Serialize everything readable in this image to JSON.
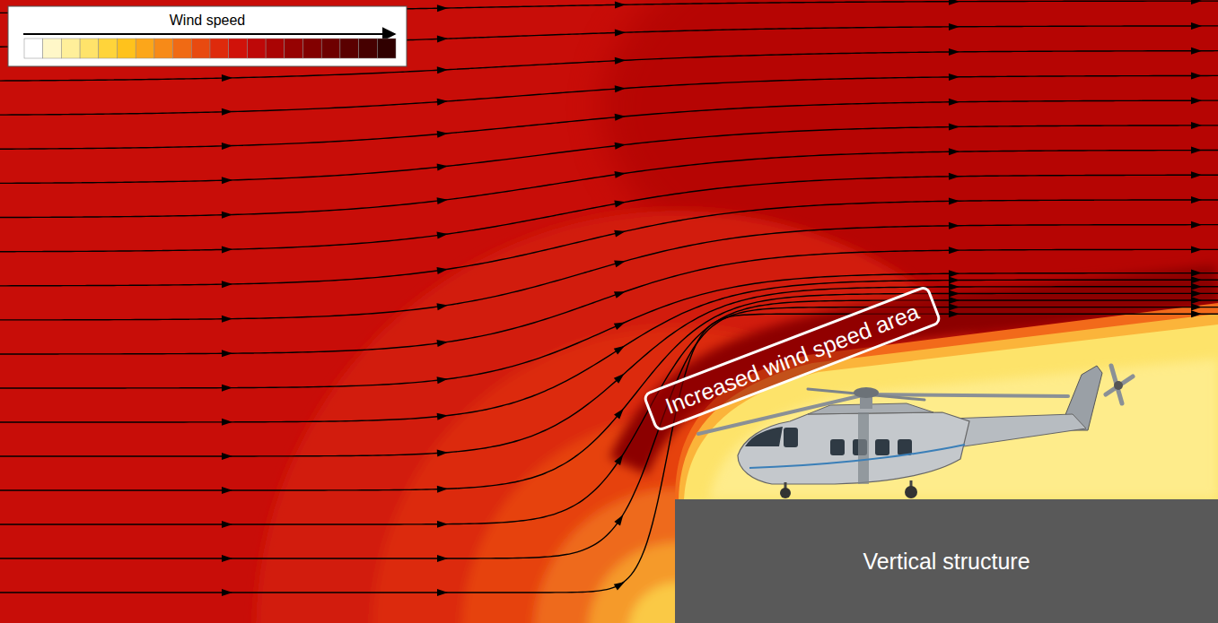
{
  "diagram": {
    "nodes": [
      {
        "text": [
          "Wind speed"
        ]
      },
      {
        "text": [
          "Increased wind speed area"
        ]
      },
      {
        "text": [
          "Vertical structure"
        ]
      }
    ]
  }
}
